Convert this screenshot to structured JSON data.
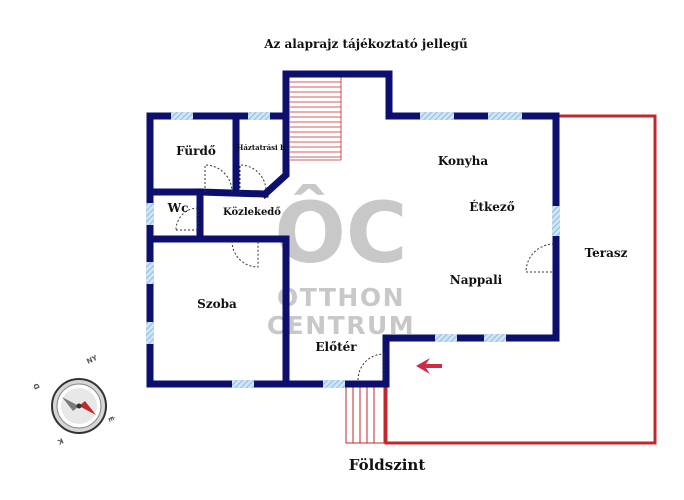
{
  "header": {
    "title": "Az alaprajz tájékoztató jellegű"
  },
  "footer": {
    "floor_name": "Földszint"
  },
  "rooms": {
    "furdo": "Fürdő",
    "haztartasi": "Háztatrási h",
    "wc": "Wc",
    "kozlekedo": "Közlekedő",
    "konyha": "Konyha",
    "etkezo": "Étkező",
    "nappali": "Nappali",
    "terasz": "Terasz",
    "szoba": "Szoba",
    "eloter": "Előtér"
  },
  "watermark": {
    "monogram": "ÔC",
    "line1": "OTTHON",
    "line2": "CENTRUM"
  },
  "compass": {
    "letters": [
      "É",
      "K",
      "D",
      "NY"
    ]
  },
  "colors": {
    "wall": "#0c0f6e",
    "window": "#9bc6e6",
    "terrace": "#c0282c",
    "arrow": "#d02a4a",
    "watermark": "#c8c8c8"
  }
}
